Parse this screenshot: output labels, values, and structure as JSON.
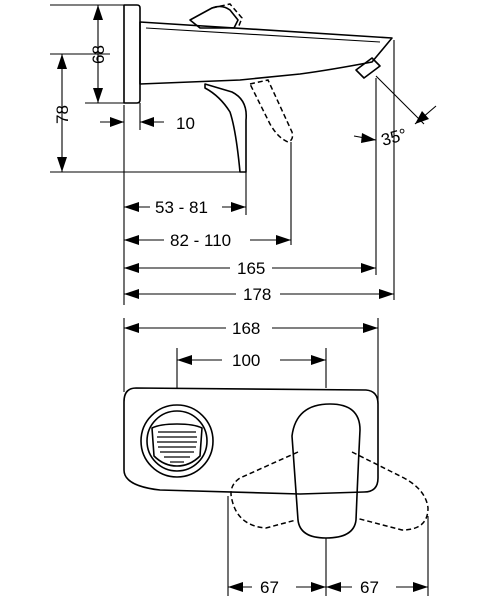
{
  "side_view": {
    "height_68": "68",
    "height_78": "78",
    "plate_10": "10",
    "angle_35": "35°",
    "range_53_81": "53 - 81",
    "range_82_110": "82 - 110",
    "length_165": "165",
    "length_178": "178"
  },
  "top_view": {
    "width_168": "168",
    "spacing_100": "100",
    "swing_left_67": "67",
    "swing_right_67": "67"
  }
}
